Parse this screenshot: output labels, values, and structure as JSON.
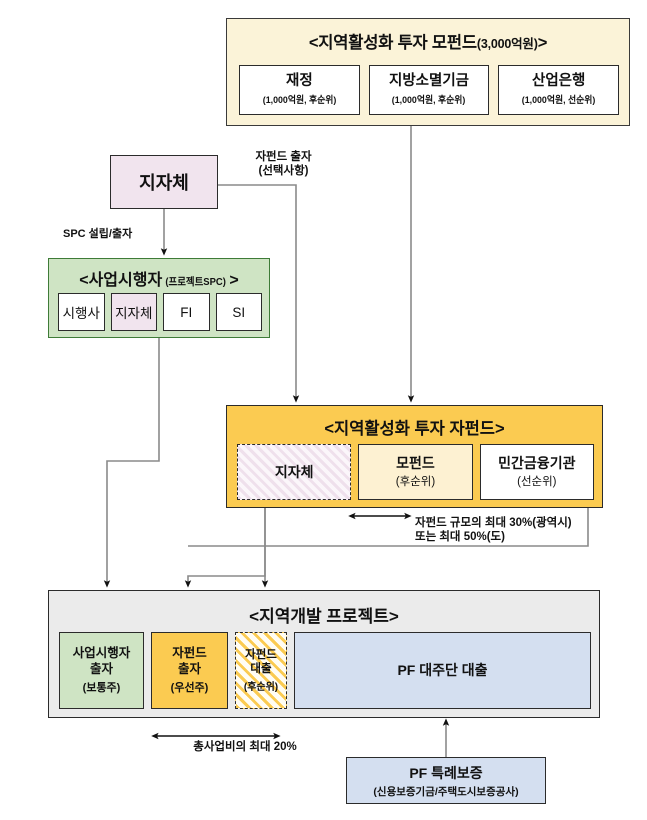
{
  "mother_fund": {
    "title_main": "<지역활성화 투자 모펀드",
    "title_amount": "(3,000억원)",
    "title_close": ">",
    "cells": [
      {
        "name": "재정",
        "detail": "(1,000억원, 후순위)"
      },
      {
        "name": "지방소멸기금",
        "detail": "(1,000억원, 후순위)"
      },
      {
        "name": "산업은행",
        "detail": "(1,000억원, 선순위)"
      }
    ]
  },
  "local_gov": {
    "label": "지자체"
  },
  "spc": {
    "title_main": "<사업시행자",
    "title_sub": "(프로젝트SPC)",
    "title_close": ">",
    "cells": [
      "시행사",
      "지자체",
      "FI",
      "SI"
    ]
  },
  "sub_fund": {
    "title": "<지역활성화 투자 자펀드>",
    "cells": [
      {
        "name": "지자체",
        "detail": ""
      },
      {
        "name": "모펀드",
        "detail": "(후순위)"
      },
      {
        "name": "민간금융기관",
        "detail": "(선순위)"
      }
    ]
  },
  "project": {
    "title": "<지역개발 프로젝트>",
    "cells": [
      {
        "name": "사업시행자\n출자",
        "detail": "(보통주)"
      },
      {
        "name": "자펀드\n출자",
        "detail": "(우선주)"
      },
      {
        "name": "자펀드\n대출",
        "detail": "(후순위)"
      },
      {
        "name": "PF 대주단 대출",
        "detail": ""
      }
    ]
  },
  "pf_guarantee": {
    "title": "PF 특례보증",
    "detail": "(신용보증기금/주택도시보증공사)"
  },
  "captions": {
    "sub_fund_contribution": "자펀드 출자\n(선택사항)",
    "spc_establish": "SPC 설립/출자",
    "sub_fund_scale": "자펀드 규모의 최대 30%(광역시)\n또는 최대 50%(도)",
    "total_project_cost": "총사업비의 최대 20%"
  },
  "colors": {
    "mother_fund_bg": "#FBF3D8",
    "local_gov_bg": "#F1E4EE",
    "spc_bg": "#CFE4C4",
    "sub_fund_bg": "#FBCB51",
    "project_bg": "#EBEBEB",
    "pf_bg": "#D4DFF0",
    "line": "#7a7a7a"
  }
}
